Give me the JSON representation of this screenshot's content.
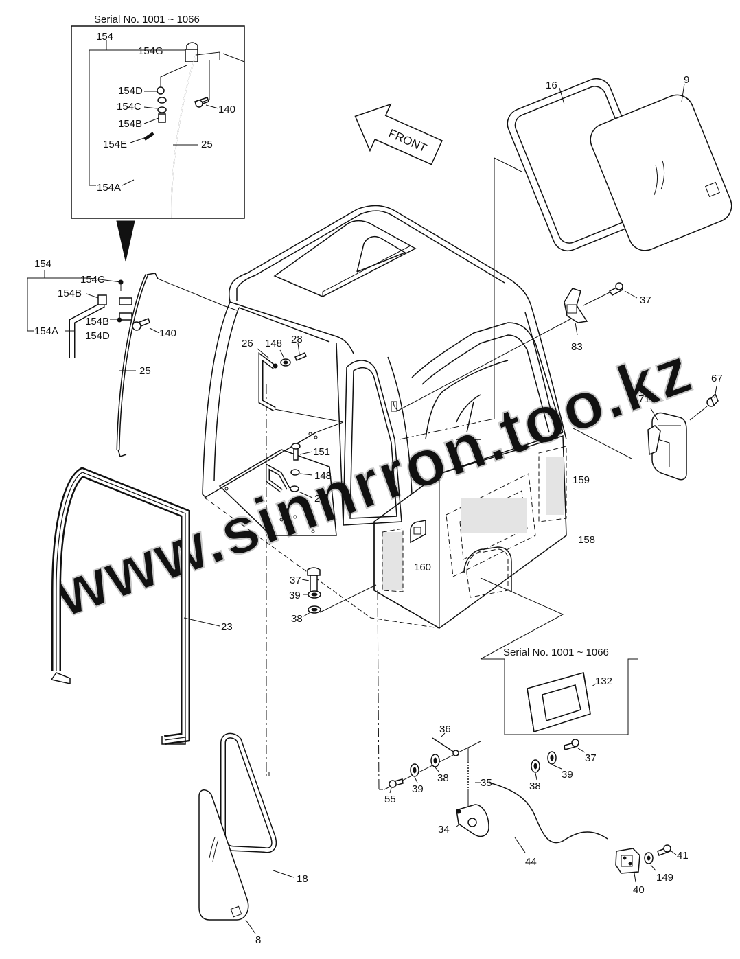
{
  "watermark": "www.sinnrron.too.kz",
  "front_label": "FRONT",
  "serial_boxes": [
    {
      "title": "Serial No. 1001 ~ 1066"
    },
    {
      "title": "Serial No. 1001 ~ 1066"
    }
  ],
  "part_labels": [
    {
      "id": "154-inset",
      "text": "154"
    },
    {
      "id": "154G",
      "text": "154G"
    },
    {
      "id": "154D-inset",
      "text": "154D"
    },
    {
      "id": "154C-inset",
      "text": "154C"
    },
    {
      "id": "154B-inset",
      "text": "154B"
    },
    {
      "id": "154E",
      "text": "154E"
    },
    {
      "id": "154A-inset",
      "text": "154A"
    },
    {
      "id": "140-inset",
      "text": "140"
    },
    {
      "id": "25-inset",
      "text": "25"
    },
    {
      "id": "154",
      "text": "154"
    },
    {
      "id": "154C",
      "text": "154C"
    },
    {
      "id": "154B-top",
      "text": "154B"
    },
    {
      "id": "154B",
      "text": "154B"
    },
    {
      "id": "154D",
      "text": "154D"
    },
    {
      "id": "154A",
      "text": "154A"
    },
    {
      "id": "140",
      "text": "140"
    },
    {
      "id": "25",
      "text": "25"
    },
    {
      "id": "16",
      "text": "16"
    },
    {
      "id": "9",
      "text": "9"
    },
    {
      "id": "37-top",
      "text": "37"
    },
    {
      "id": "83",
      "text": "83"
    },
    {
      "id": "67",
      "text": "67"
    },
    {
      "id": "71",
      "text": "71"
    },
    {
      "id": "26",
      "text": "26"
    },
    {
      "id": "148-top",
      "text": "148"
    },
    {
      "id": "28",
      "text": "28"
    },
    {
      "id": "151",
      "text": "151"
    },
    {
      "id": "148",
      "text": "148"
    },
    {
      "id": "27",
      "text": "27"
    },
    {
      "id": "159",
      "text": "159"
    },
    {
      "id": "158",
      "text": "158"
    },
    {
      "id": "160",
      "text": "160"
    },
    {
      "id": "37-mid",
      "text": "37"
    },
    {
      "id": "39-mid",
      "text": "39"
    },
    {
      "id": "38-mid",
      "text": "38"
    },
    {
      "id": "23",
      "text": "23"
    },
    {
      "id": "132",
      "text": "132"
    },
    {
      "id": "36",
      "text": "36"
    },
    {
      "id": "37-bot",
      "text": "37"
    },
    {
      "id": "38-bot-l",
      "text": "38"
    },
    {
      "id": "35",
      "text": "35"
    },
    {
      "id": "39-bot-l",
      "text": "39"
    },
    {
      "id": "55",
      "text": "55"
    },
    {
      "id": "38-bot-r",
      "text": "38"
    },
    {
      "id": "39-bot-r",
      "text": "39"
    },
    {
      "id": "34",
      "text": "34"
    },
    {
      "id": "44",
      "text": "44"
    },
    {
      "id": "41",
      "text": "41"
    },
    {
      "id": "149",
      "text": "149"
    },
    {
      "id": "40",
      "text": "40"
    },
    {
      "id": "18",
      "text": "18"
    },
    {
      "id": "8",
      "text": "8"
    }
  ]
}
